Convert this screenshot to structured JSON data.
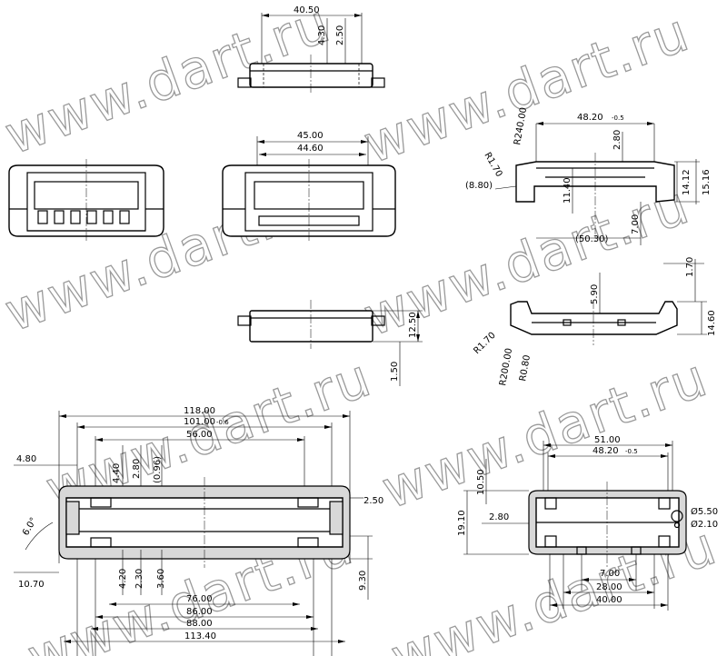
{
  "watermark": {
    "text": "www.dart.ru",
    "color": "#9a9a9a"
  },
  "views": {
    "top_view": {
      "w": "40.50",
      "h1": "4.30",
      "h2": "2.50"
    },
    "front_view": {
      "w1": "45.00",
      "w2": "44.60"
    },
    "side_view": {
      "h": "12.50",
      "t": "1.50"
    },
    "side_right_top": {
      "w": "48.20",
      "w_tol": "-0.5",
      "r1": "R1.70",
      "r2": "R240.00",
      "h_top": "2.80",
      "h1": "11.40",
      "h2": "14.12",
      "h3": "15.16",
      "ref_left": "(8.80)",
      "ref_bottom": "(50.30)",
      "h_low": "7.00"
    },
    "side_right_bottom": {
      "h_top": "1.70",
      "h_mid": "5.90",
      "h": "14.60",
      "r1": "R1.70",
      "r2": "R200.00",
      "r3": "R0.80"
    },
    "section_left": {
      "w_total": "118.00",
      "w_101": "101.00",
      "w_101_tol": "-0.6",
      "w_56": "56.00",
      "h_480": "4.80",
      "h_280": "2.80",
      "h_440": "4.40",
      "h_096": "(0.96)",
      "angle": "6.0°",
      "h_250": "2.50",
      "h_1070": "10.70",
      "h_420": "4.20",
      "h_230": "2.30",
      "h_360": "3.60",
      "h_930": "9.30",
      "w_76": "76.00",
      "w_86": "86.00",
      "w_88": "88.00",
      "w_11340": "113.40"
    },
    "section_right": {
      "w_51": "51.00",
      "w_48": "48.20",
      "w_48_tol": "-0.5",
      "h_1050": "10.50",
      "h_1910": "19.10",
      "h_280": "2.80",
      "d_550": "Ø5.50",
      "d_210": "Ø2.10",
      "w_7": "7.00",
      "w_28": "28.00",
      "w_40": "40.00"
    }
  }
}
